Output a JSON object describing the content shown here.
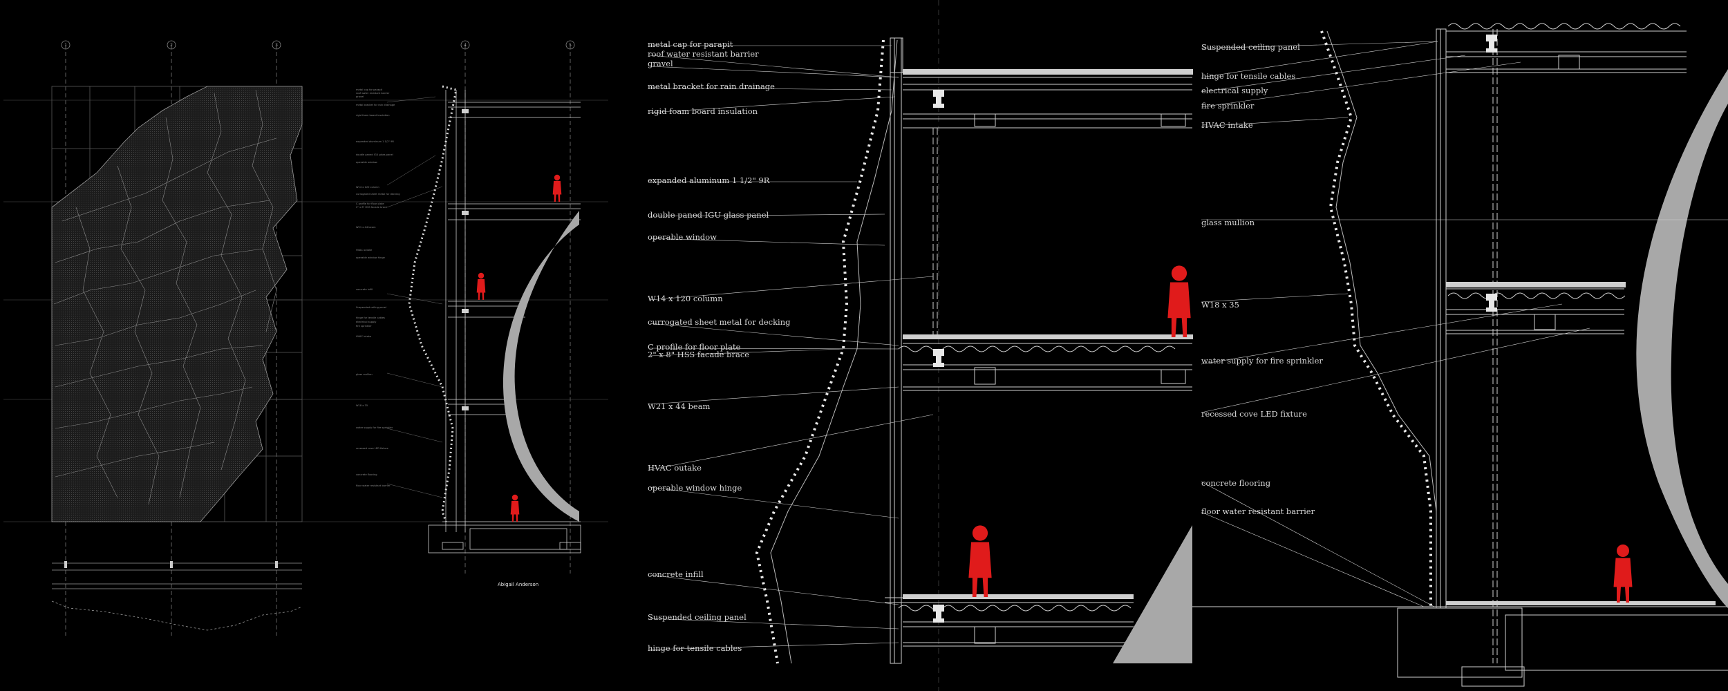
{
  "sheet": {
    "author": "Abigail Anderson",
    "subtitle_lines": [
      "",
      "",
      ""
    ]
  },
  "grid_bubbles": [
    "1",
    "2",
    "3",
    "4",
    "5"
  ],
  "overview_labels": [
    "metal cap for parapit",
    "roof water resistant barrier",
    "gravel",
    "metal bracket for rain drainage",
    "rigid foam board insulation",
    "expanded aluminum 1 1/2\" 9R",
    "double paned IGU glass panel",
    "operable window",
    "W14 x 120 column",
    "currogated sheet metal for decking",
    "C profile for floor plate",
    "2\" x 8\" HSS facade brace",
    "W21 x 44 beam",
    "HVAC outake",
    "operable window hinge",
    "concrete infill",
    "Suspended ceiling panel",
    "hinge for tensile cables",
    "electrical supply",
    "fire sprinkler",
    "HVAC intake",
    "glass mullion",
    "W18 x 35",
    "water supply for fire sprinkler",
    "recessed cove LED fixture",
    "concrete flooring",
    "floor water resistant barrier"
  ],
  "detail_a_labels": [
    "metal cap for parapit",
    "roof water resistant barrier",
    "gravel",
    "metal bracket for rain drainage",
    "rigid foam board insulation",
    "expanded aluminum 1 1/2\" 9R",
    "double paned IGU glass panel",
    "operable window",
    "W14 x 120 column",
    "currogated sheet metal for decking",
    "C profile for floor plate",
    "2\" x 8\" HSS facade brace",
    "W21 x 44 beam",
    "HVAC outake",
    "operable window hinge",
    "concrete infill",
    "Suspended ceiling panel",
    "hinge for tensile cables"
  ],
  "detail_b_labels": [
    "Suspended ceiling panel",
    "hinge for tensile cables",
    "electrical supply",
    "fire sprinkler",
    "HVAC intake",
    "glass mullion",
    "W18 x 35",
    "water supply for fire sprinkler",
    "recessed cove LED fixture",
    "concrete flooring",
    "floor water resistant barrier"
  ],
  "colors": {
    "background": "#000000",
    "linework": "#cfcfcf",
    "figures": "#e01b1b",
    "wall": "#a8a8a8"
  }
}
